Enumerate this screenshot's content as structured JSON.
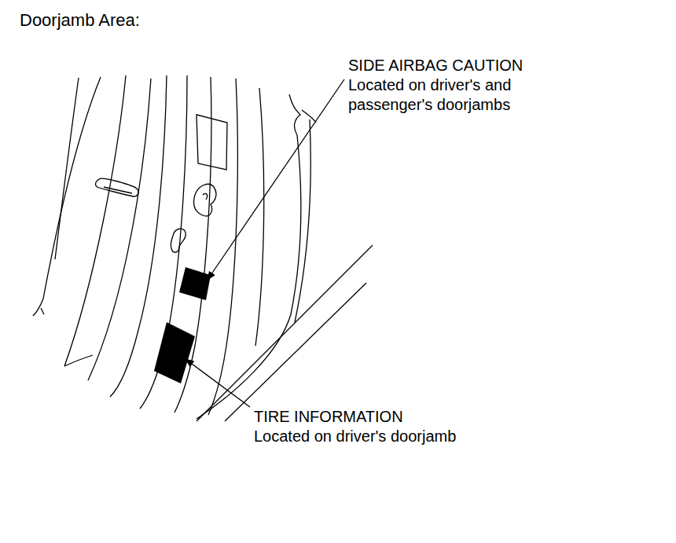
{
  "diagram": {
    "title": "Doorjamb Area:",
    "labels": [
      "SIDE AIRBAG CAUTION",
      "Located on driver's and passenger's doorjambs",
      "TIRE INFORMATION",
      "Located on driver's doorjamb"
    ]
  }
}
